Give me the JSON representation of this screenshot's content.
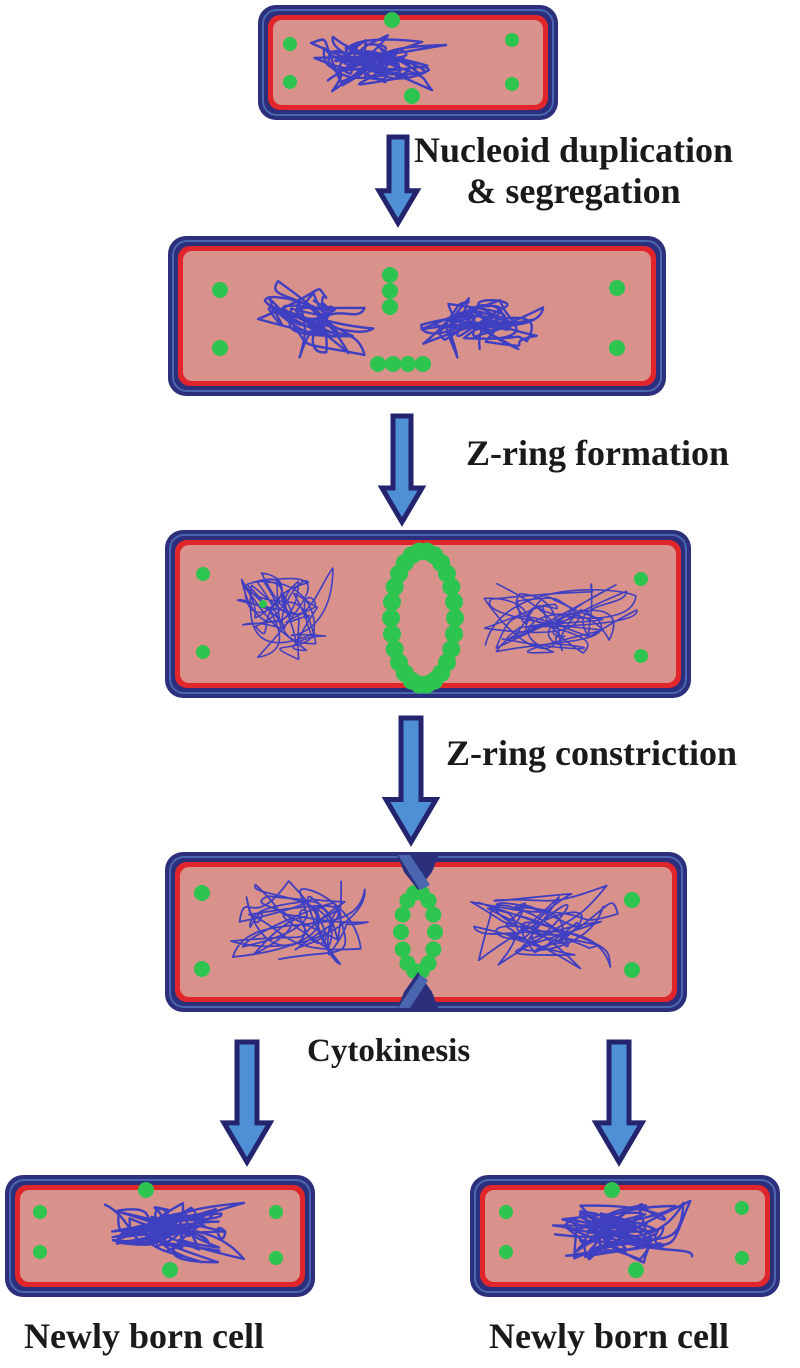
{
  "labels": {
    "step1_line1": "Nucleoid duplication",
    "step1_line2": "& segregation",
    "step2": "Z-ring formation",
    "step3": "Z-ring constriction",
    "step4": "Cytokinesis",
    "daughter_left": "Newly born cell",
    "daughter_right": "Newly born cell"
  },
  "colors": {
    "cell_wall": "#2c2f7c",
    "cell_wall_inner": "#4a66b0",
    "membrane": "#e0262b",
    "cytoplasm": "#d9918b",
    "nucleoid": "#3f3fc2",
    "ftsz": "#2ec450",
    "arrow_fill": "#4f8fd6",
    "arrow_edge": "#23236e"
  }
}
